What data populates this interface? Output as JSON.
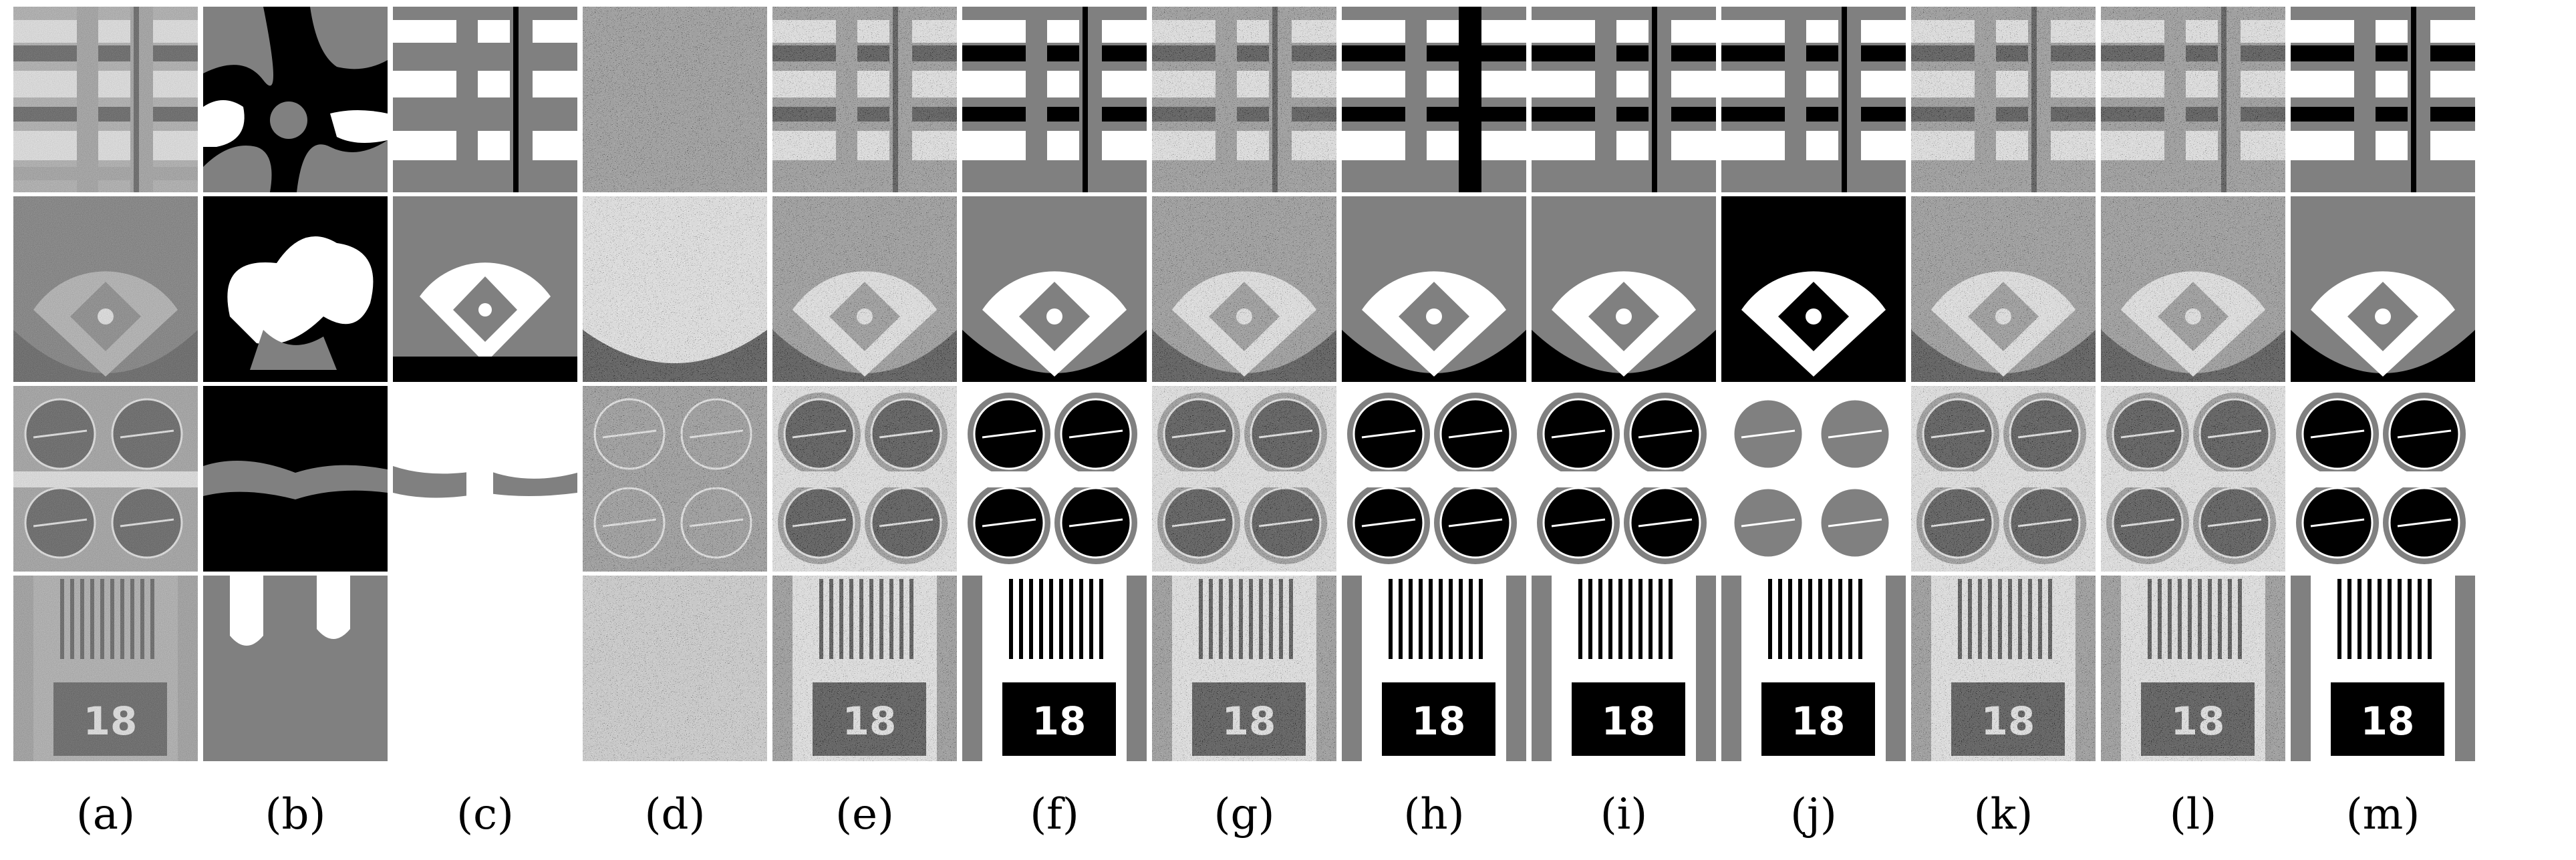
{
  "figure": {
    "column_labels": [
      "(a)",
      "(b)",
      "(c)",
      "(d)",
      "(e)",
      "(f)",
      "(g)",
      "(h)",
      "(i)",
      "(j)",
      "(k)",
      "(l)",
      "(m)"
    ],
    "row_subjects": [
      "road-intersection",
      "baseball-diamond",
      "storage-tanks",
      "runway"
    ],
    "gray_levels": {
      "black": "#000000",
      "gray": "#808080",
      "white": "#ffffff"
    },
    "column_kinds": [
      "original-noisy",
      "smooth-blobs",
      "mostly-white",
      "mostly-flat",
      "noisy-seg",
      "clean-seg",
      "noisy-seg",
      "blobby-seg",
      "clean-seg",
      "inverted-seg",
      "noisy-seg",
      "speckled-seg",
      "clean-seg"
    ],
    "text_in_images": {
      "runway_number": "18"
    }
  }
}
